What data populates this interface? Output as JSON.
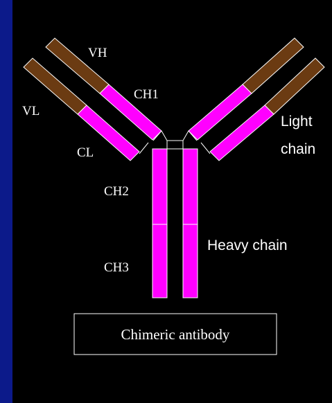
{
  "labels": {
    "vh": "VH",
    "vl": "VL",
    "ch1": "CH1",
    "cl": "CL",
    "ch2": "CH2",
    "ch3": "CH3",
    "light_chain_line1": "Light",
    "light_chain_line2": "chain",
    "heavy_chain": "Heavy chain",
    "caption": "Chimeric antibody"
  },
  "colors": {
    "outer_background": "#0c1a8a",
    "panel_background": "#000000",
    "variable_region": "#6b3b12",
    "constant_region": "#ff00ff",
    "outline": "#ffffff",
    "text": "#ffffff"
  }
}
